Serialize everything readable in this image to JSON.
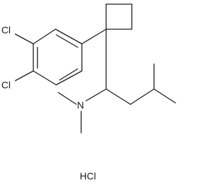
{
  "molecule": {
    "atoms": {
      "cl_upper": "Cl",
      "cl_lower": "Cl",
      "nitrogen": "N"
    },
    "salt": "HCl"
  },
  "colors": {
    "bond": "#1a1a1a",
    "text": "#1a1a1a",
    "background": "#ffffff"
  }
}
